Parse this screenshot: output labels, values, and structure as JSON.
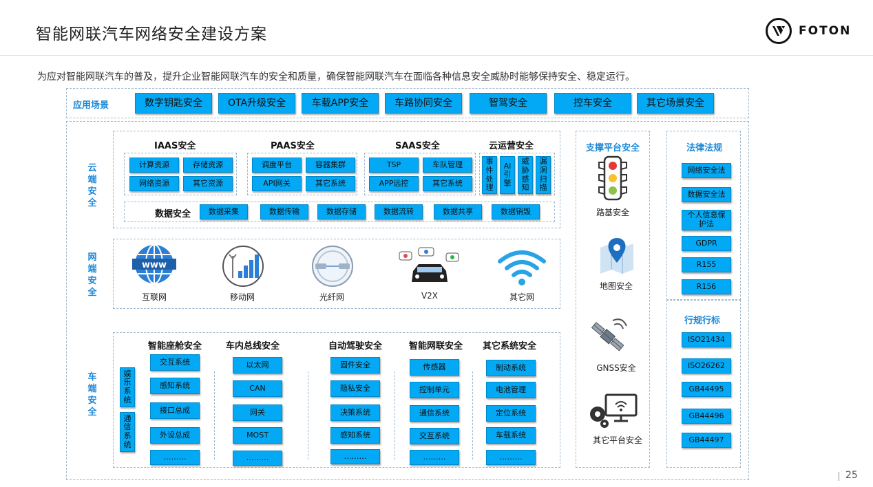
{
  "header": {
    "title": "智能网联汽车网络安全建设方案",
    "brand": "FOTON",
    "subtitle": "为应对智能网联汽车的普及，提升企业智能网联汽车的安全和质量，确保智能网联汽车在面临各种信息安全威胁时能够保持安全、稳定运行。",
    "page_number": "25"
  },
  "scenarios": {
    "label": "应用场景",
    "items": [
      "数字钥匙安全",
      "OTA升级安全",
      "车载APP安全",
      "车路协同安全",
      "智驾安全",
      "控车安全",
      "其它场景安全"
    ]
  },
  "cloud": {
    "label": "云端安全",
    "groups": [
      {
        "title": "IAAS安全",
        "items": [
          "计算资源",
          "存储资源",
          "网络资源",
          "其它资源"
        ]
      },
      {
        "title": "PAAS安全",
        "items": [
          "调度平台",
          "容器集群",
          "API网关",
          "其它系统"
        ]
      },
      {
        "title": "SAAS安全",
        "items": [
          "TSP",
          "车队管理",
          "APP远控",
          "其它系统"
        ]
      },
      {
        "title": "云运营安全",
        "items": [
          "事件处理",
          "AI引擎",
          "威胁感知",
          "漏洞扫描"
        ]
      }
    ],
    "data_security": {
      "title": "数据安全",
      "items": [
        "数据采集",
        "数据传输",
        "数据存储",
        "数据流转",
        "数据共享",
        "数据销毁"
      ]
    }
  },
  "network": {
    "label": "网端安全",
    "items": [
      {
        "name": "互联网",
        "icon": "globe-www-icon"
      },
      {
        "name": "移动网",
        "icon": "mobile-signal-icon"
      },
      {
        "name": "光纤网",
        "icon": "fiber-icon"
      },
      {
        "name": "V2X",
        "icon": "v2x-car-icon"
      },
      {
        "name": "其它网",
        "icon": "wifi-icon"
      }
    ]
  },
  "vehicle": {
    "label": "车端安全",
    "side_items": [
      "娱乐系统",
      "通信系统"
    ],
    "groups": [
      {
        "title": "智能座舱安全",
        "items": [
          "交互系统",
          "感知系统",
          "接口总成",
          "外设总成",
          "………"
        ]
      },
      {
        "title": "车内总线安全",
        "items": [
          "以太网",
          "CAN",
          "网关",
          "MOST",
          "………"
        ]
      },
      {
        "title": "自动驾驶安全",
        "items": [
          "固件安全",
          "隐私安全",
          "决策系统",
          "感知系统",
          "………"
        ]
      },
      {
        "title": "智能网联安全",
        "items": [
          "传感器",
          "控制单元",
          "通信系统",
          "交互系统",
          "………"
        ]
      },
      {
        "title": "其它系统安全",
        "items": [
          "制动系统",
          "电池管理",
          "定位系统",
          "车载系统",
          "………"
        ]
      }
    ]
  },
  "support": {
    "title": "支撑平台安全",
    "items": [
      {
        "name": "路基安全",
        "icon": "traffic-light-icon"
      },
      {
        "name": "地图安全",
        "icon": "map-pin-icon"
      },
      {
        "name": "GNSS安全",
        "icon": "satellite-icon"
      },
      {
        "name": "其它平台安全",
        "icon": "gear-monitor-icon"
      }
    ]
  },
  "law": {
    "title": "法律法规",
    "items": [
      "网络安全法",
      "数据安全法",
      "个人信息保护法",
      "GDPR",
      "R155",
      "R156"
    ]
  },
  "standards": {
    "title": "行规行标",
    "items": [
      "ISO21434",
      "ISO26262",
      "GB44495",
      "GB44496",
      "GB44497"
    ]
  },
  "colors": {
    "cell": "#03a9f4",
    "label": "#1e88d6",
    "dash": "#9db8cf"
  }
}
